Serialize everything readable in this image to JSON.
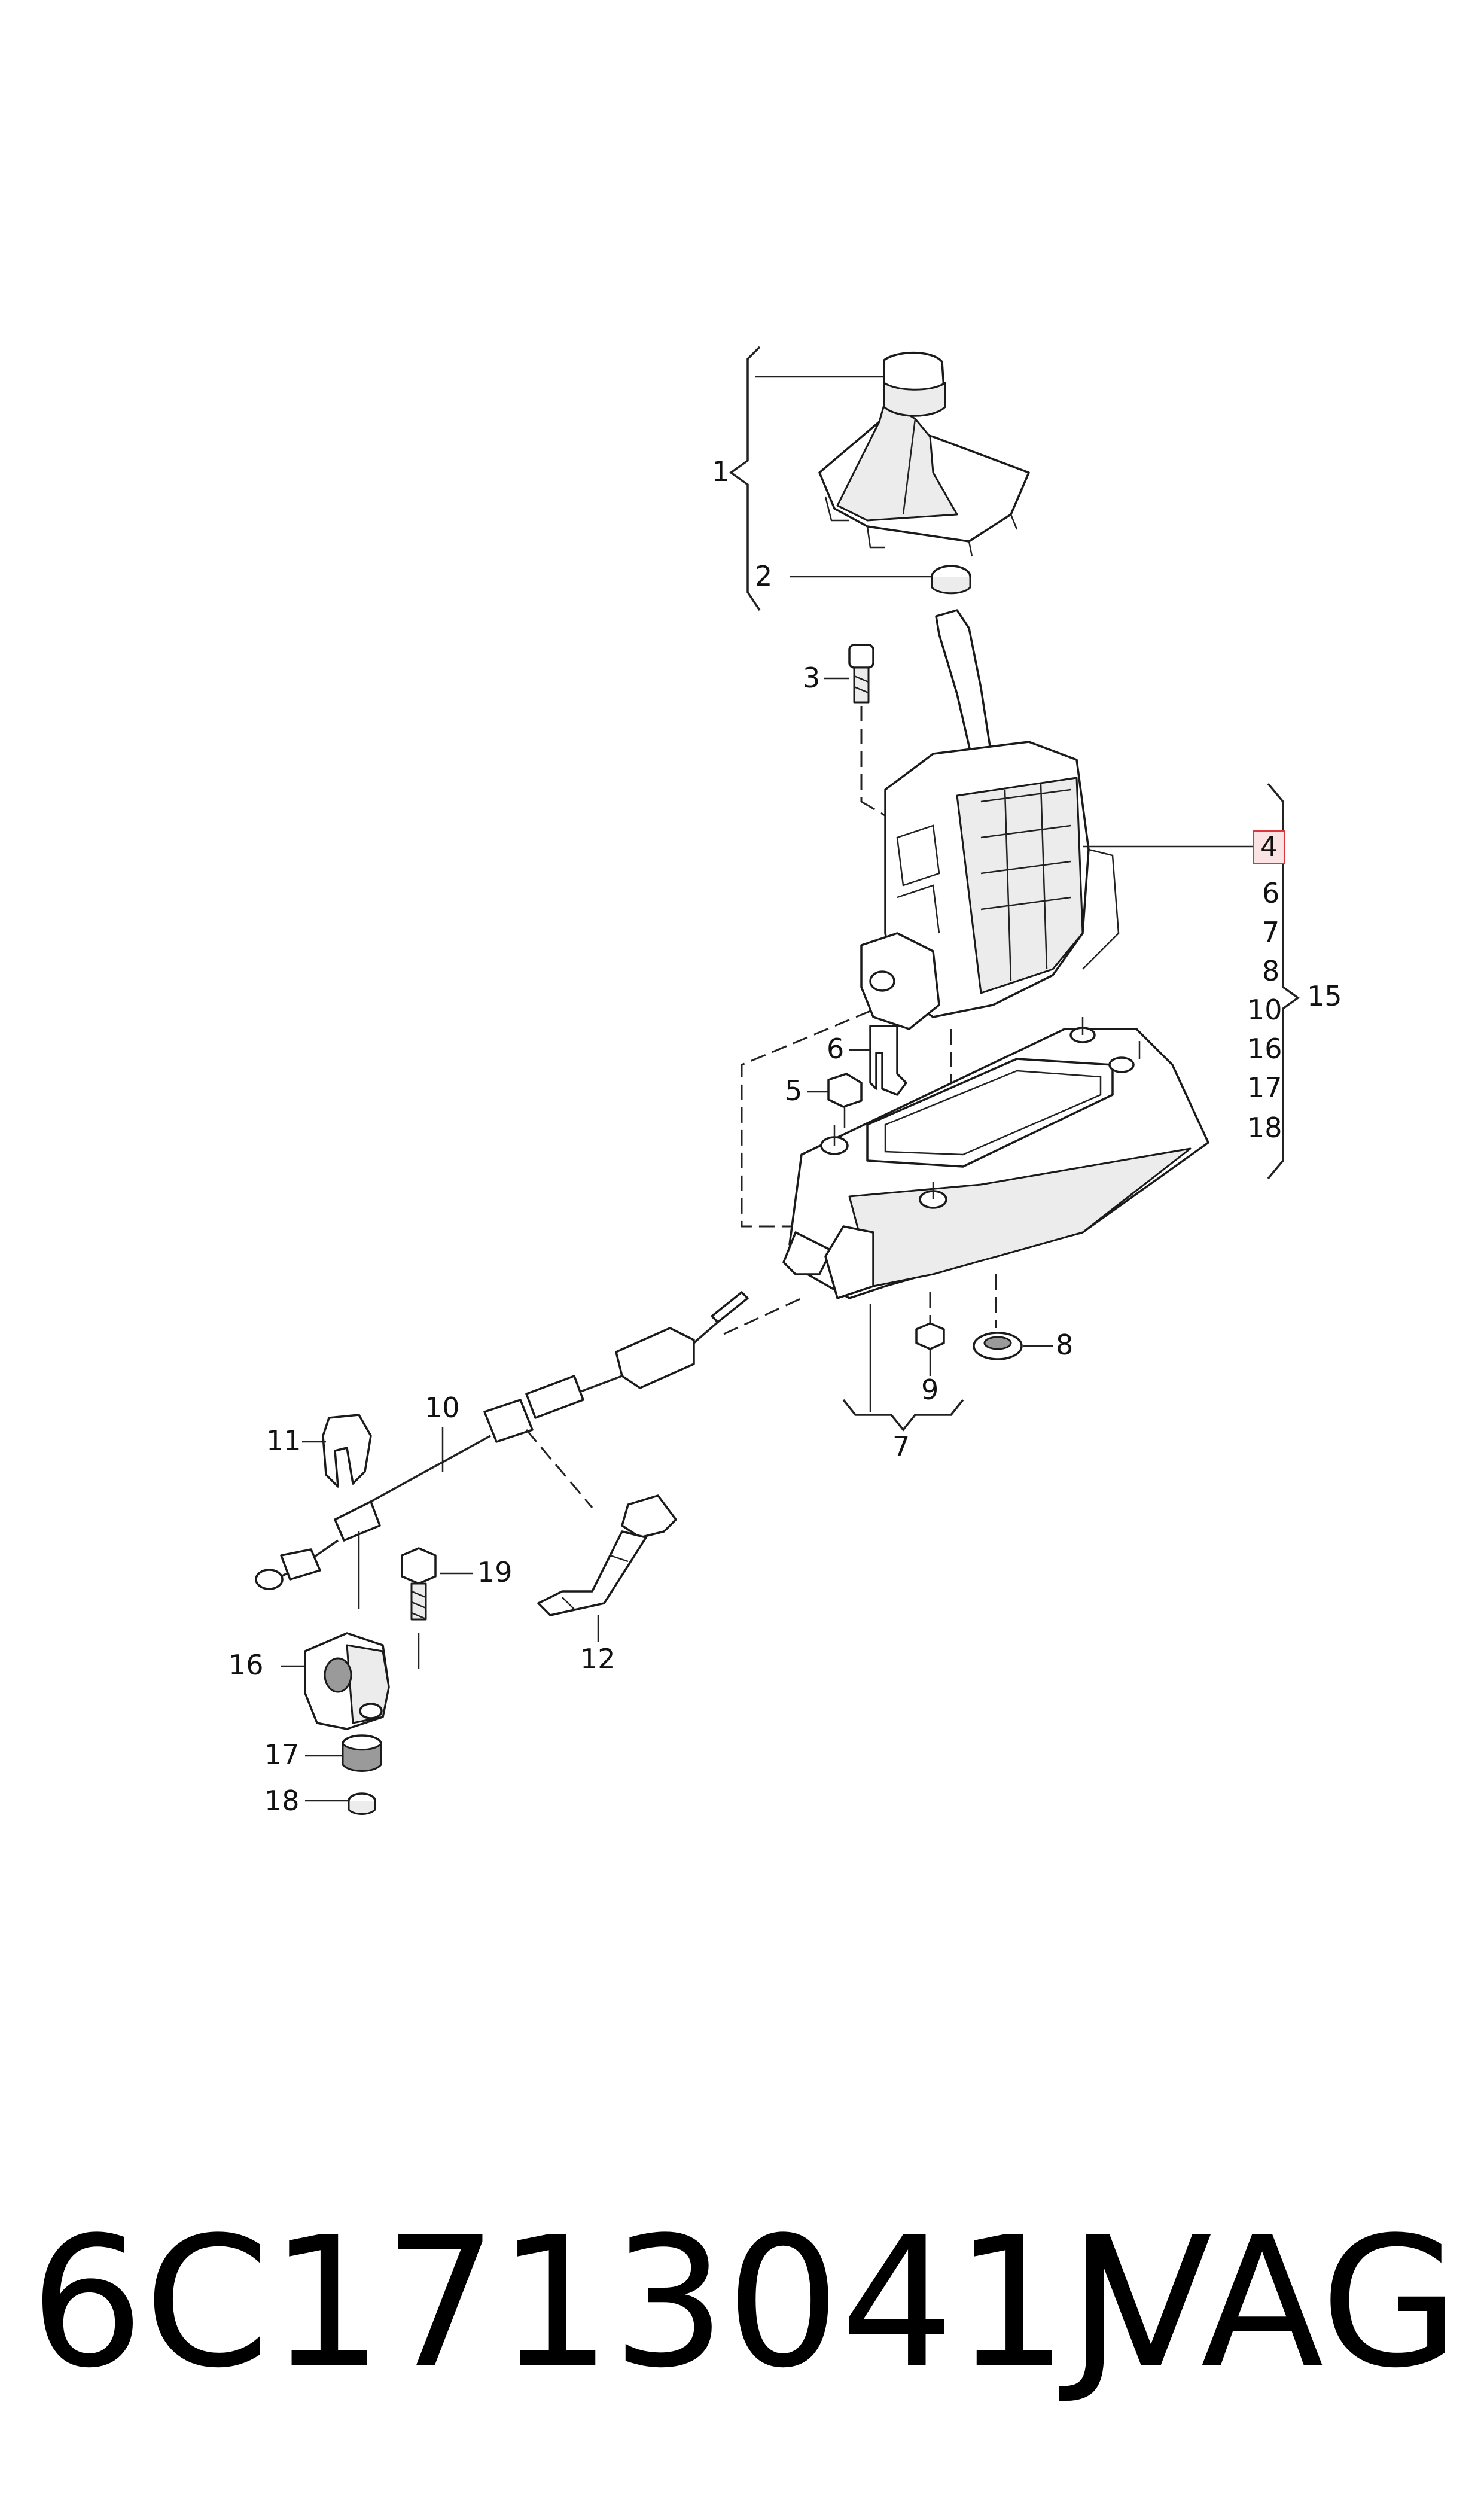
{
  "callouts": {
    "c1": "1",
    "c2": "2",
    "c3": "3",
    "c4": "4",
    "c5": "5",
    "c6a": "6",
    "c6b": "6",
    "c7a": "7",
    "c7b": "7",
    "c8a": "8",
    "c8b": "8",
    "c9": "9",
    "c10a": "10",
    "c10b": "10",
    "c11": "11",
    "c12": "12",
    "c15": "15",
    "c16a": "16",
    "c16b": "16",
    "c17a": "17",
    "c17b": "17",
    "c18a": "18",
    "c18b": "18",
    "c19": "19"
  },
  "footer": {
    "part_number": "6C1713041J",
    "brand": "VAG"
  },
  "colors": {
    "highlight_border": "#d9363e",
    "highlight_fill": "#fbe3e4"
  }
}
